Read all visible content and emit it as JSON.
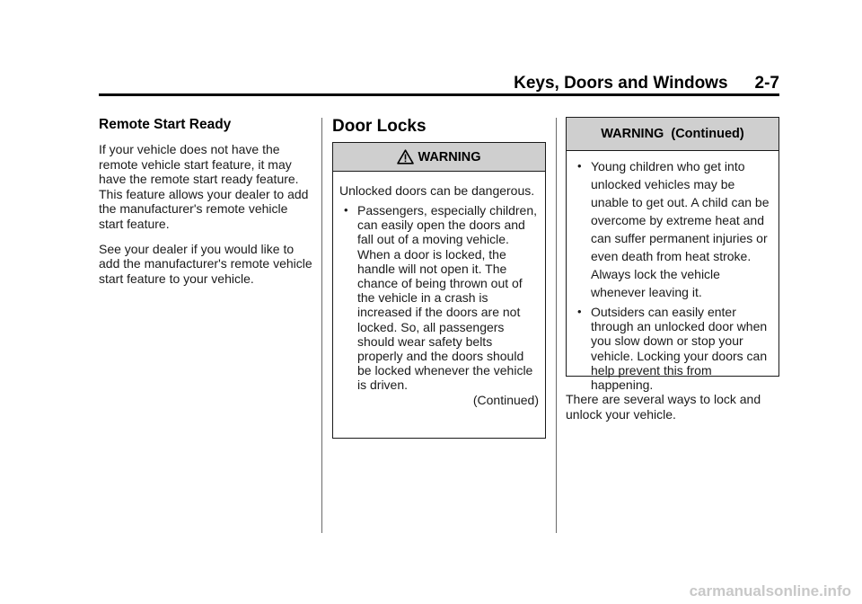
{
  "header": {
    "section": "Keys, Doors and Windows",
    "page_number": "2-7"
  },
  "col1": {
    "heading": "Remote Start Ready",
    "para1": "If your vehicle does not have the remote vehicle start feature, it may have the remote start ready feature. This feature allows your dealer to add the manufacturer's remote vehicle start feature.",
    "para2": "See your dealer if you would like to add the manufacturer's remote vehicle start feature to your vehicle."
  },
  "col2": {
    "heading": "Door Locks",
    "warning": {
      "title": "WARNING",
      "icon": "warning-triangle-icon",
      "lead": "Unlocked doors can be dangerous.",
      "bullet": "Passengers, especially children, can easily open the doors and fall out of a moving vehicle. When a door is locked, the handle will not open it. The chance of being thrown out of the vehicle in a crash is increased if the doors are not locked. So, all passengers should wear safety belts properly and the doors should be locked whenever the vehicle is driven.",
      "continued": "(Continued)"
    }
  },
  "col3": {
    "warning": {
      "title": "WARNING  (Continued)",
      "bullets": [
        "Young children who get into unlocked vehicles may be unable to get out. A child can be overcome by extreme heat and can suffer permanent injuries or even death from heat stroke. Always lock the vehicle whenever leaving it.",
        "Outsiders can easily enter through an unlocked door when you slow down or stop your vehicle. Locking your doors can help prevent this from happening."
      ]
    },
    "para": "There are several ways to lock and unlock your vehicle."
  },
  "footer": {
    "watermark": "carmanualsonline.info"
  }
}
